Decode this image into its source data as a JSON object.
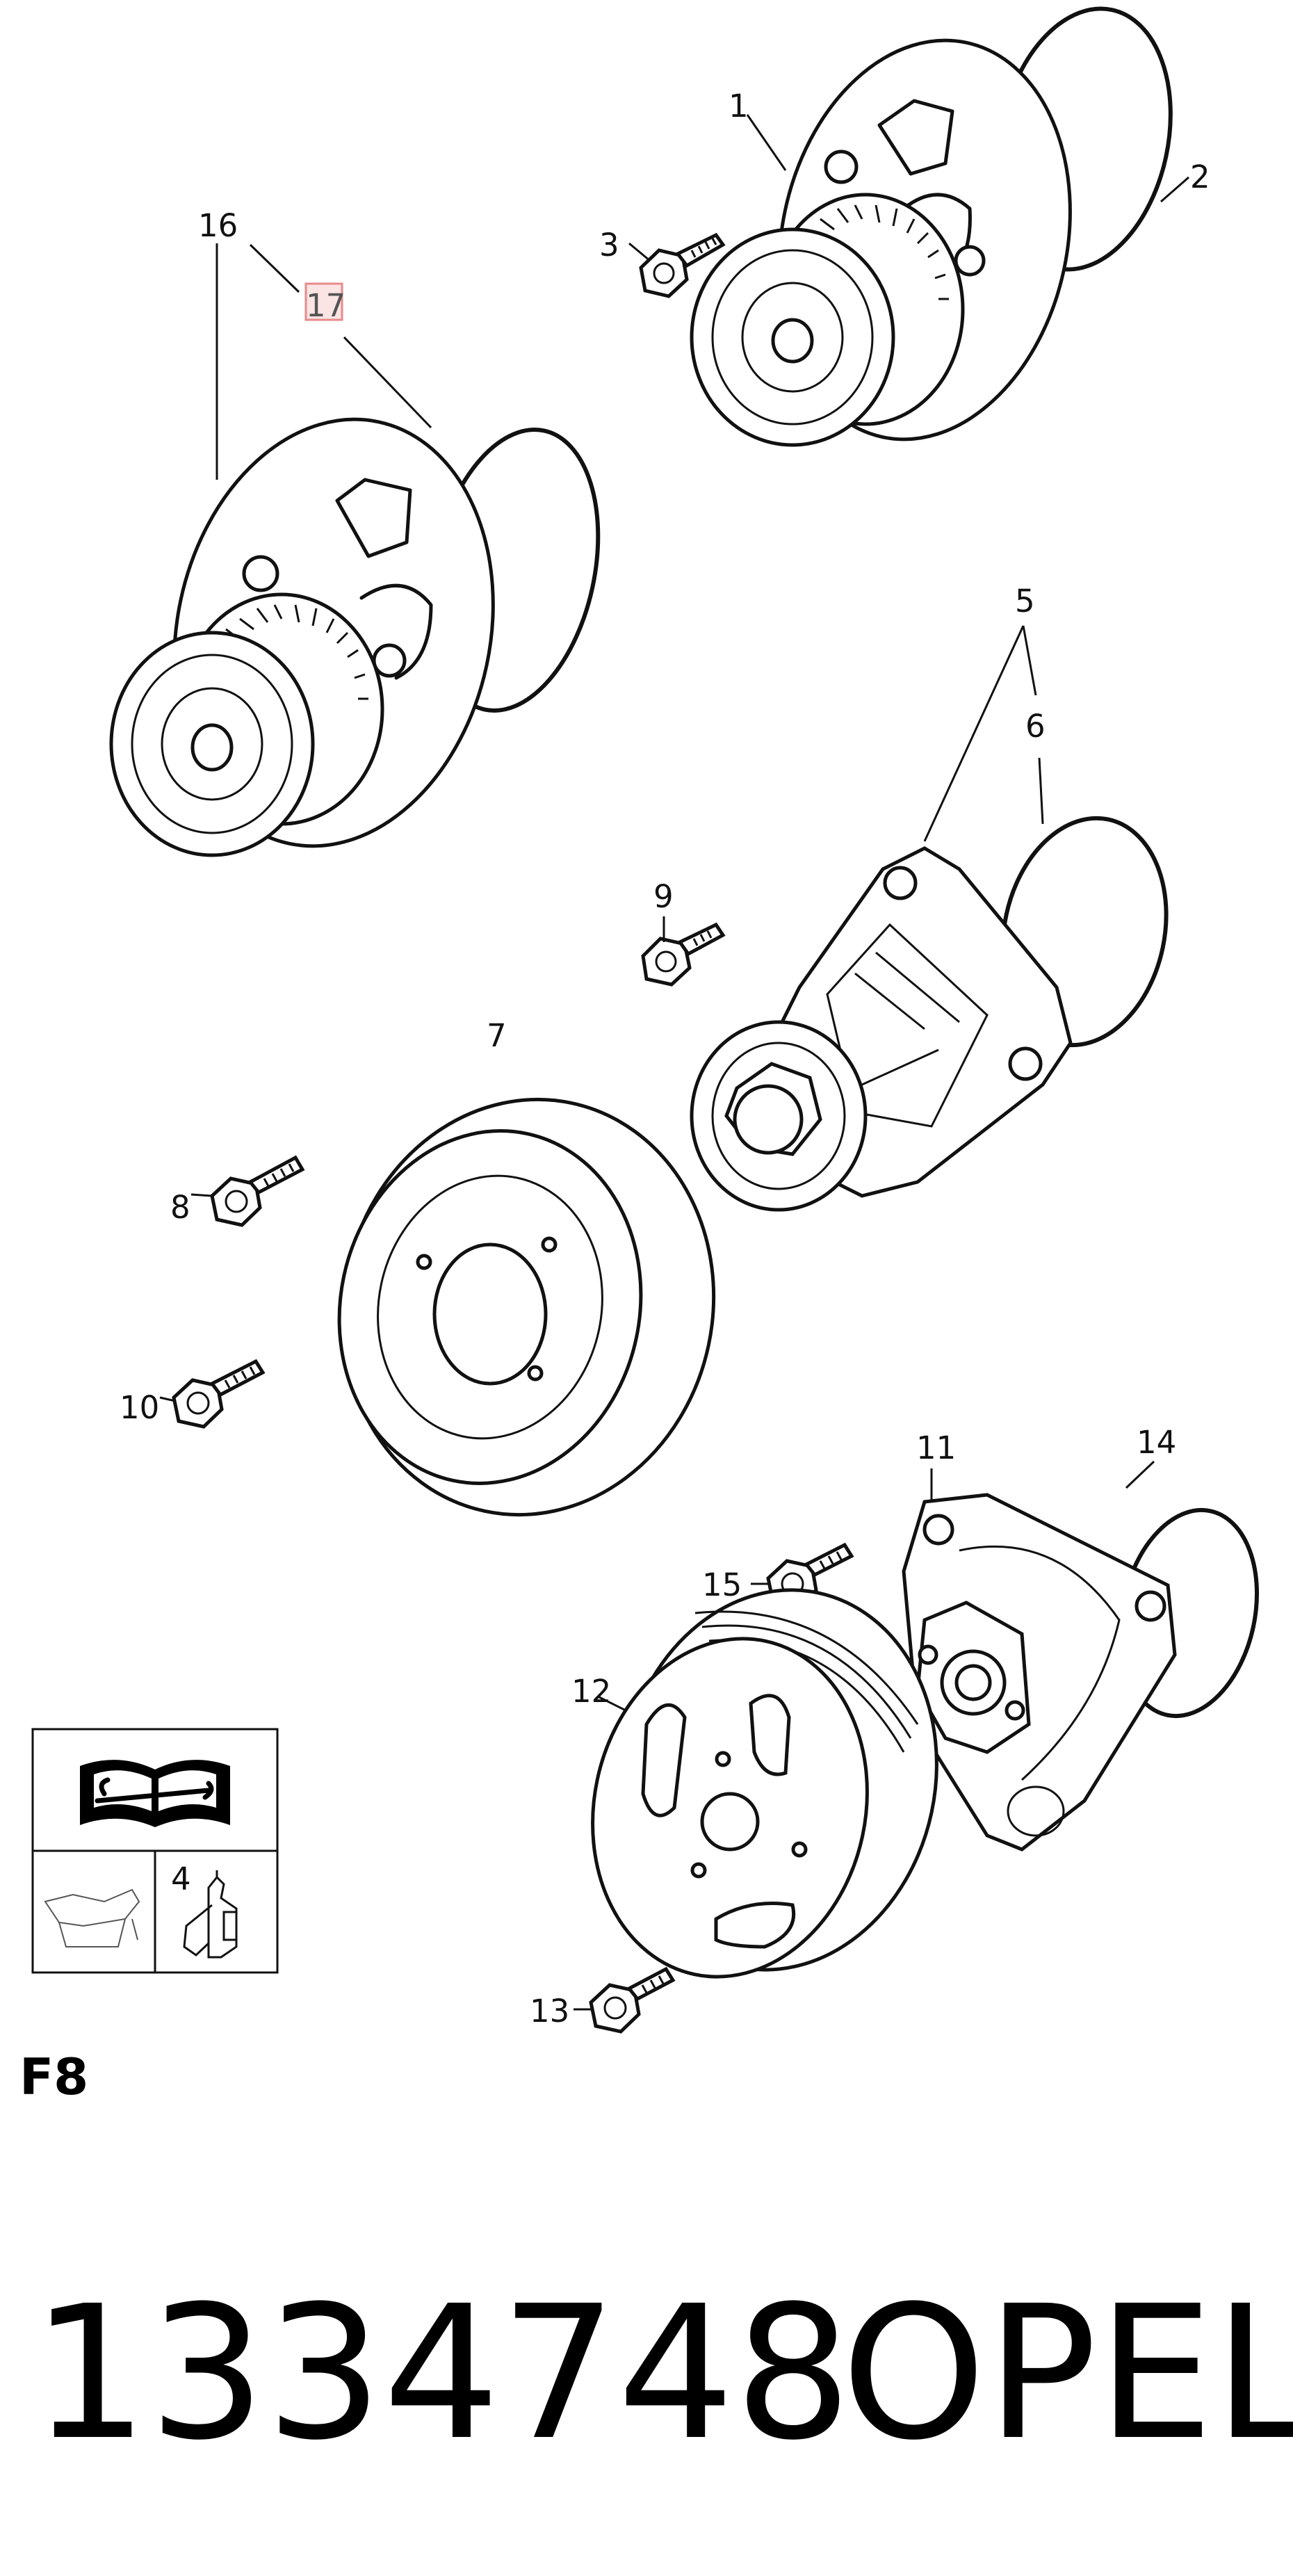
{
  "callouts": [
    "1",
    "2",
    "3",
    "4",
    "5",
    "6",
    "7",
    "8",
    "9",
    "10",
    "11",
    "12",
    "13",
    "14",
    "15",
    "16",
    "17"
  ],
  "section_code": "F8",
  "part_number": "1334748",
  "brand": "OPEL",
  "highlight_color": "#e88a8a"
}
